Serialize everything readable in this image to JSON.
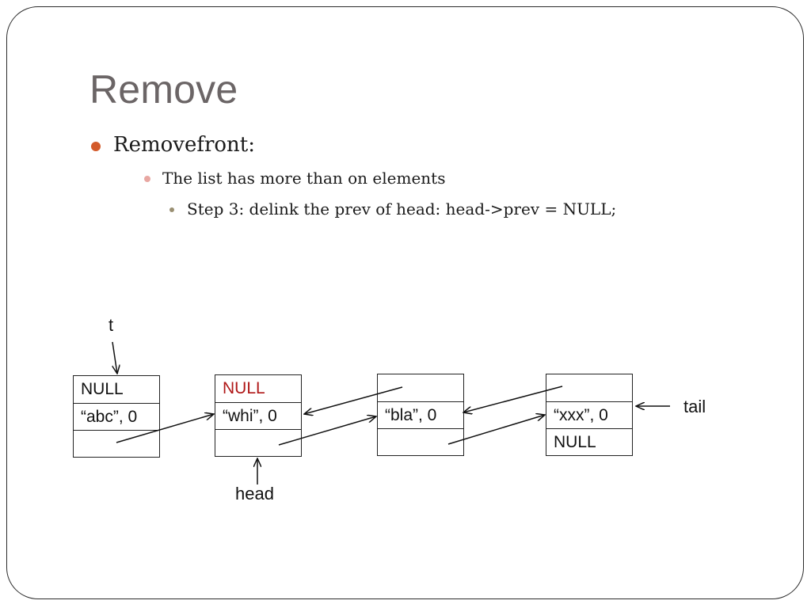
{
  "slide": {
    "title": "Remove",
    "bullets": [
      {
        "level": 1,
        "text": "Removefront:"
      },
      {
        "level": 2,
        "text": "The list has more than on elements"
      },
      {
        "level": 3,
        "text": "Step 3: delink the prev of head: head->prev = NULL;"
      }
    ]
  },
  "diagram": {
    "nodes": [
      {
        "prev": "NULL",
        "value": "“abc”, 0",
        "next": ""
      },
      {
        "prev": "NULL",
        "value": "“whi”, 0",
        "next": ""
      },
      {
        "prev": "",
        "value": "“bla”, 0",
        "next": ""
      },
      {
        "prev": "",
        "value": "“xxx”, 0",
        "next": "NULL"
      }
    ],
    "labels": {
      "t": "t",
      "head": "head",
      "tail": "tail"
    },
    "colors": {
      "highlight": "#b01818",
      "text": "#111111"
    }
  }
}
